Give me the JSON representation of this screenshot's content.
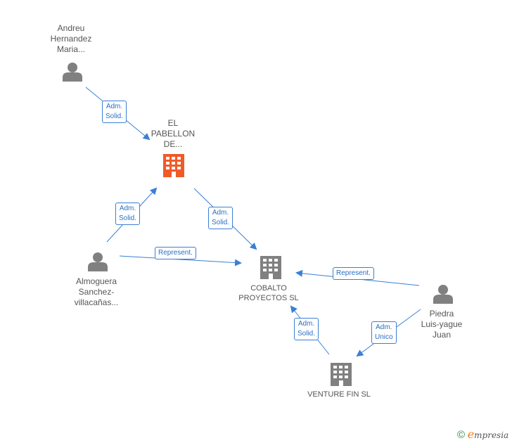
{
  "nodes": {
    "andreu": {
      "lines": [
        "Andreu",
        "Hernandez",
        "Maria..."
      ],
      "icon": "person-icon"
    },
    "pabellon": {
      "lines": [
        "EL",
        "PABELLON",
        "DE..."
      ],
      "icon": "building-icon",
      "color": "#f05a28"
    },
    "almoguera": {
      "lines": [
        "Almoguera",
        "Sanchez-",
        "villacañas..."
      ],
      "icon": "person-icon"
    },
    "cobalto": {
      "lines": [
        "COBALTO",
        "PROYECTOS SL"
      ],
      "icon": "building-icon"
    },
    "piedra": {
      "lines": [
        "Piedra",
        "Luis-yague",
        "Juan"
      ],
      "icon": "person-icon"
    },
    "venture": {
      "lines": [
        "VENTURE FIN SL"
      ],
      "icon": "building-icon"
    }
  },
  "edges": {
    "andreu_pabellon": [
      "Adm.",
      "Solid."
    ],
    "almoguera_pabellon": [
      "Adm.",
      "Solid."
    ],
    "pabellon_cobalto": [
      "Adm.",
      "Solid."
    ],
    "almoguera_cobalto": [
      "Represent."
    ],
    "piedra_cobalto": [
      "Represent."
    ],
    "venture_cobalto": [
      "Adm.",
      "Solid."
    ],
    "piedra_venture": [
      "Adm.",
      "Unico"
    ]
  },
  "colors": {
    "edge": "#3a7fd5",
    "icon": "#808080",
    "highlight": "#f05a28"
  },
  "brand": {
    "copyright": "©",
    "e": "e",
    "rest": "mpresia"
  }
}
